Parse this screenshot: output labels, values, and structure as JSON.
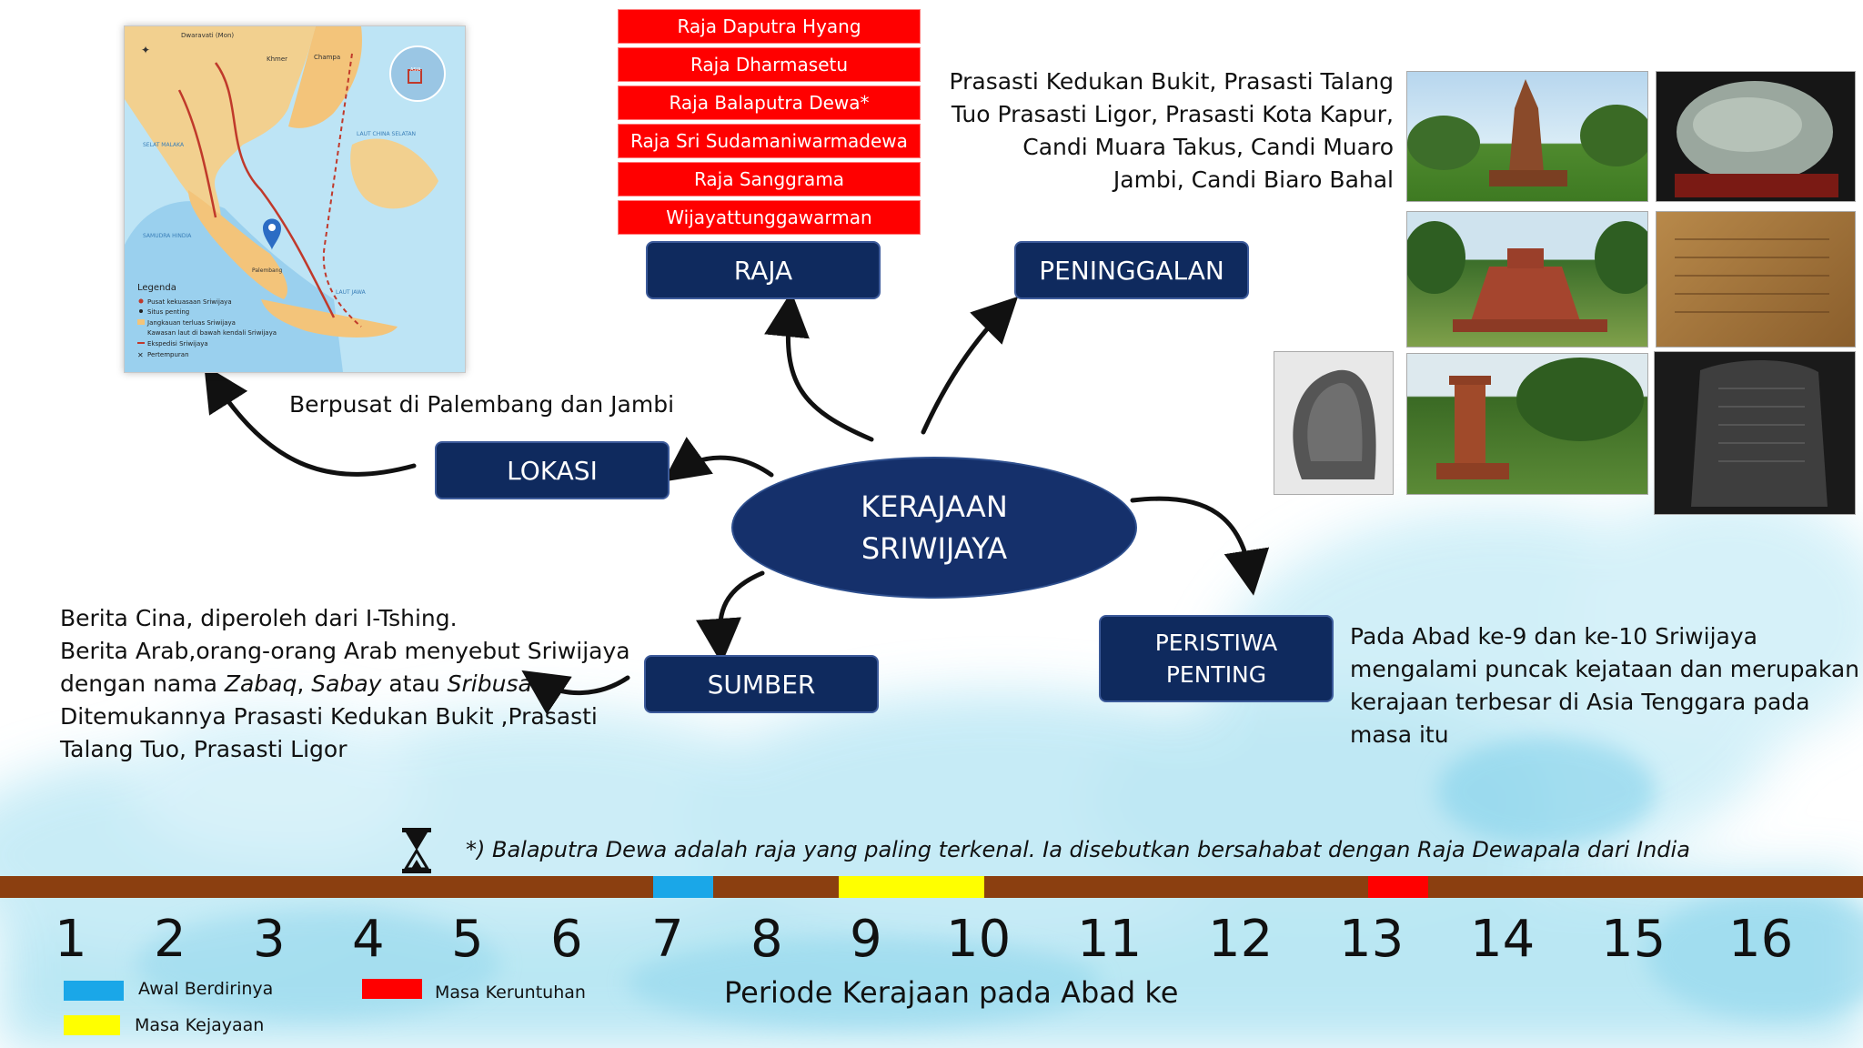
{
  "center": {
    "line1": "KERAJAAN",
    "line2": "SRIWIJAYA"
  },
  "nodes": {
    "raja": "RAJA",
    "peninggalan": "PENINGGALAN",
    "lokasi": "LOKASI",
    "sumber": "SUMBER",
    "peristiwa_line1": "PERISTIWA",
    "peristiwa_line2": "PENTING"
  },
  "kings": [
    "Raja Daputra Hyang",
    "Raja Dharmasetu",
    "Raja Balaputra Dewa*",
    "Raja Sri Sudamaniwarmadewa",
    "Raja Sanggrama",
    "Wijayattunggawarman"
  ],
  "peninggalan_text": [
    "Prasasti Kedukan Bukit, Prasasti Talang",
    "Tuo Prasasti Ligor, Prasasti Kota Kapur,",
    "Candi Muara Takus, Candi Muaro",
    "Jambi, Candi Biaro Bahal"
  ],
  "lokasi_text": "Berpusat di Palembang dan Jambi",
  "sumber_text": {
    "line1": "Berita Cina, diperoleh dari I-Tshing.",
    "line2": "Berita Arab,orang-orang Arab menyebut Sriwijaya",
    "line3_pre": "dengan nama ",
    "zabaq": "Zabaq",
    "comma1": ", ",
    "sabay": "Sabay",
    "atau": " atau ",
    "sribusa": "Sribusa",
    "period": ".",
    "line4": "Ditemukannya Prasasti Kedukan Bukit ,Prasasti",
    "line5": "Talang Tuo, Prasasti Ligor"
  },
  "peristiwa_text": [
    "Pada Abad ke-9 dan ke-10 Sriwijaya",
    "mengalami puncak kejataan dan merupakan",
    "kerajaan terbesar di Asia Tenggara pada",
    "masa itu"
  ],
  "footnote": "*) Balaputra Dewa adalah raja yang paling terkenal. Ia disebutkan bersahabat dengan Raja Dewapala dari India",
  "timeline": {
    "numbers": [
      "1",
      "2",
      "3",
      "4",
      "5",
      "6",
      "7",
      "8",
      "9",
      "10",
      "11",
      "12",
      "13",
      "14",
      "15",
      "16"
    ],
    "caption": "Periode Kerajaan pada Abad ke",
    "legend": {
      "awal": "Awal Berdirinya",
      "kejayaan": "Masa Kejayaan",
      "keruntuhan": "Masa Keruntuhan"
    },
    "colors": {
      "bar": "#8b3f10",
      "awal": "#1aa7e8",
      "kejayaan": "#ffff00",
      "keruntuhan": "#ff0000"
    }
  },
  "map": {
    "labels": [
      "Dwaravati (Mon)",
      "Khmer",
      "Champa",
      "ASIA",
      "LAUT CHINA SELATAN",
      "SELAT MALAKA",
      "SAMUDRA HINDIA",
      "LAUT JAWA",
      "Palembang",
      "Legenda",
      "Pusat kekuasaan Sriwijaya",
      "Situs penting",
      "Jangkauan terluas Sriwijaya",
      "Kawasan laut di bawah kendali Sriwijaya",
      "Ekspedisi Sriwijaya",
      "Pertempuran"
    ]
  },
  "colors": {
    "navy": "#0f2a5e",
    "red": "#ff0000",
    "watercolor": "#8fd6ec"
  }
}
